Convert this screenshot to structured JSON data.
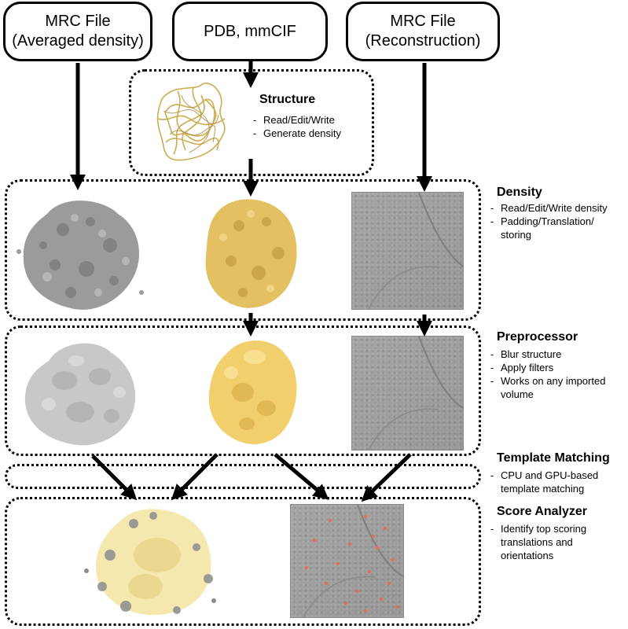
{
  "inputs": {
    "averaged": {
      "line1": "MRC File",
      "line2": "(Averaged density)"
    },
    "pdb": {
      "label": "PDB, mmCIF"
    },
    "reconstruction": {
      "line1": "MRC File",
      "line2": "(Reconstruction)"
    }
  },
  "structure": {
    "title": "Structure",
    "items": [
      "Read/Edit/Write",
      "Generate density"
    ]
  },
  "density": {
    "title": "Density",
    "items": [
      "Read/Edit/Write density",
      "Padding/Translation/ storing"
    ]
  },
  "preprocessor": {
    "title": "Preprocessor",
    "items": [
      "Blur structure",
      "Apply filters",
      "Works on any imported volume"
    ]
  },
  "template_matching": {
    "title": "Template Matching",
    "items": [
      "CPU and GPU-based template matching"
    ]
  },
  "score_analyzer": {
    "title": "Score Analyzer",
    "items": [
      "Identify top scoring translations and orientations"
    ]
  },
  "colors": {
    "gray_density": "#9a9a9a",
    "yellow_density": "#e6c466",
    "blurred_gray": "#c8c8c8",
    "blurred_yellow": "#f2cf6e",
    "peak_markers": "#e0705a"
  }
}
